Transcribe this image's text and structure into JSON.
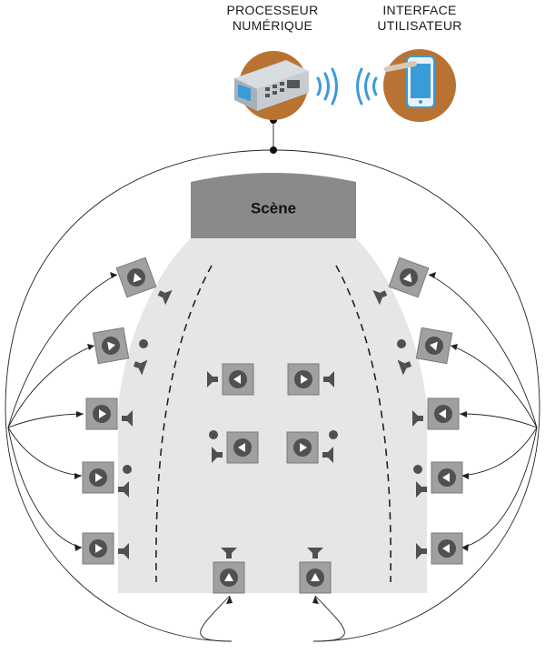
{
  "labels": {
    "processor_line1": "PROCESSEUR",
    "processor_line2": "NUMÉRIQUE",
    "interface_line1": "INTERFACE",
    "interface_line2": "UTILISATEUR",
    "stage": "Scène"
  },
  "colors": {
    "circle_fill": "#b87333",
    "stage_fill": "#8a8a8a",
    "hall_fill": "#e6e6e6",
    "speaker_box": "#a0a0a0",
    "speaker_dark": "#505050",
    "wifi": "#3a9bd9",
    "line": "#222222"
  },
  "icons": {
    "processor": "processor-icon",
    "smartphone": "smartphone-icon",
    "wifi": "wifi-icon",
    "speaker": "speaker-icon",
    "play": "play-icon"
  }
}
